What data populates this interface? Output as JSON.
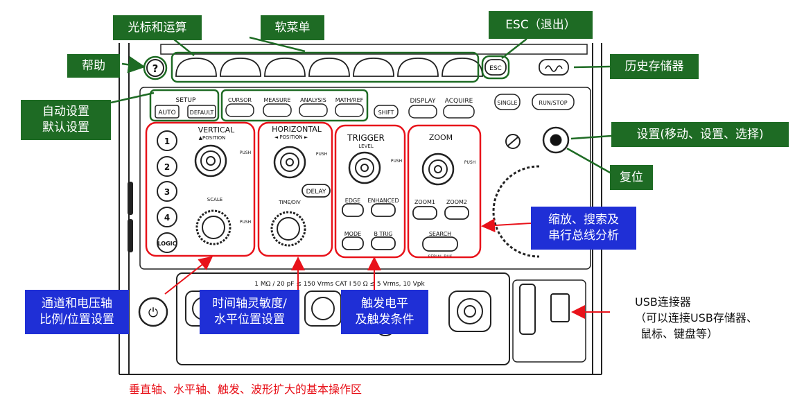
{
  "callouts": {
    "help": "帮助",
    "cursor_math": "光标和运算",
    "soft_menu": "软菜单",
    "esc": "ESC（退出）",
    "history": "历史存储器",
    "auto_default": [
      "自动设置",
      "默认设置"
    ],
    "jog": "设置(移动、设置、选择)",
    "reset": "复位",
    "zoom_search": [
      "缩放、搜索及",
      "串行总线分析"
    ],
    "vertical": [
      "通道和电压轴",
      "比例/位置设置"
    ],
    "horizontal": [
      "时间轴灵敏度/",
      "水平位置设置"
    ],
    "trigger": [
      "触发电平",
      "及触发条件"
    ],
    "usb": [
      "USB连接器",
      "（可以连接USB存储器、",
      "鼠标、键盘等）"
    ],
    "basic_area": "垂直轴、水平轴、触发、波形扩大的基本操作区"
  },
  "panel": {
    "help_key": "?",
    "esc_key": "ESC",
    "setup_label": "SETUP",
    "auto": "AUTO",
    "default": "DEFAULT",
    "cursor": "CURSOR",
    "measure": "MEASURE",
    "analysis": "ANALYSIS",
    "mathref": "MATH/REF",
    "shift": "SHIFT",
    "display": "DISPLAY",
    "acquire": "ACQUIRE",
    "single": "SINGLE",
    "runstop": "RUN/STOP",
    "vertical": "VERTICAL",
    "position": "▲POSITION",
    "push": "PUSH",
    "scale": "SCALE",
    "ch1": "1",
    "ch2": "2",
    "ch3": "3",
    "ch4": "4",
    "logic": "LOGIC",
    "horizontal": "HORIZONTAL",
    "hposition": "◄ POSITION ►",
    "timediv": "TIME/DIV",
    "delay": "DELAY",
    "trigger": "TRIGGER",
    "level": "LEVEL",
    "edge": "EDGE",
    "enhanced": "ENHANCED",
    "mode": "MODE",
    "btrig": "B TRIG",
    "zoom": "ZOOM",
    "zoom1": "ZOOM1",
    "zoom2": "ZOOM2",
    "search": "SEARCH",
    "serialbus": "SERIAL BUS",
    "warning": "1 MΩ / 20 pF ≤ 150 Vrms CAT I 50 Ω ≤ 5 Vrms, 10 Vpk"
  },
  "colors": {
    "green": "#1e6b24",
    "blue": "#1f2fd6",
    "red": "#e8121a",
    "frame_green": "#1e6b24"
  }
}
